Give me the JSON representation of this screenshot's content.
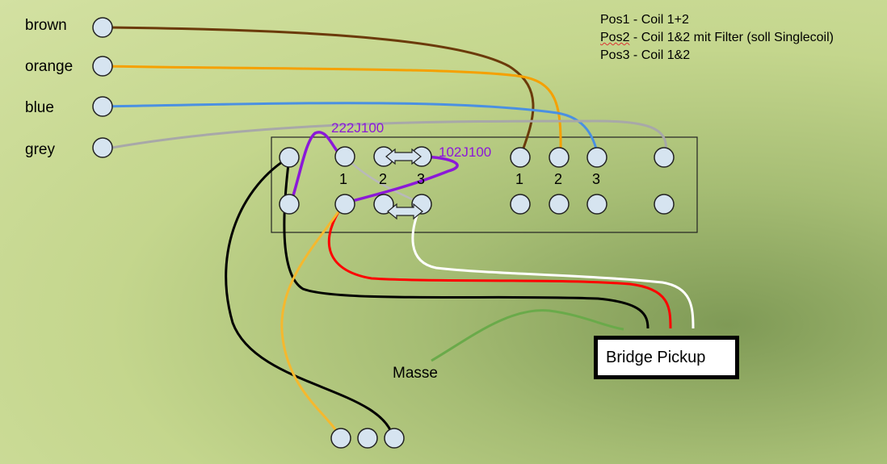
{
  "wire_labels": [
    "brown",
    "orange",
    "blue",
    "grey"
  ],
  "notes": {
    "pos1": "Pos1 - Coil 1+2",
    "pos2_prefix": "Pos2",
    "pos2_rest": " - Coil 1&2 mit Filter (soll Singlecoil)",
    "pos3": "Pos3 - Coil 1&2"
  },
  "switch_left_numbers": [
    "1",
    "2",
    "3"
  ],
  "switch_right_numbers": [
    "1",
    "2",
    "3"
  ],
  "capacitors": [
    "222J100",
    "102J100"
  ],
  "ground_label": "Masse",
  "pickup_label": "Bridge Pickup",
  "colors": {
    "brown": "#6b3a0a",
    "orange": "#f5a000",
    "blue": "#4a90e2",
    "grey": "#a8a8a8",
    "purple": "#8b18d8",
    "red": "#ff0000",
    "yellow": "#f5b82e",
    "white": "#ffffff",
    "black": "#000000",
    "green": "#6aaa4a",
    "terminal_fill": "#d6e4f0"
  }
}
